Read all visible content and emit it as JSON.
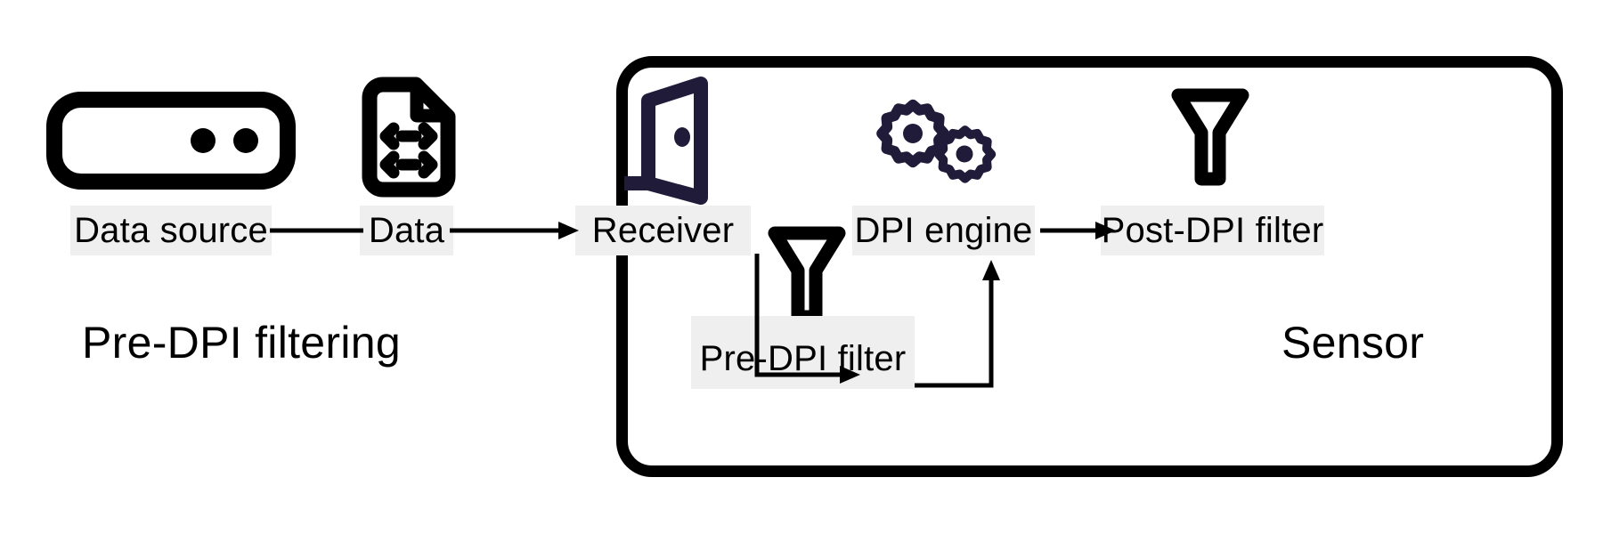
{
  "diagram": {
    "title": "Pre-DPI filtering data flow through sensor",
    "colors": {
      "stroke_black": "#000000",
      "accent_navy": "#211b3a",
      "label_background": "#efefef",
      "page_background": "#ffffff"
    }
  },
  "groups": {
    "left_caption": "Pre-DPI filtering",
    "sensor_caption": "Sensor"
  },
  "nodes": {
    "data_source": {
      "label": "Data source",
      "icon": "server-icon"
    },
    "data": {
      "label": "Data",
      "icon": "document-data-icon"
    },
    "receiver": {
      "label": "Receiver",
      "icon": "open-door-icon"
    },
    "pre_dpi_filter": {
      "label": "Pre-DPI filter",
      "icon": "funnel-icon"
    },
    "dpi_engine": {
      "label": "DPI engine",
      "icon": "gears-icon"
    },
    "post_dpi_filter": {
      "label": "Post-DPI filter",
      "icon": "funnel-icon"
    }
  },
  "edges": [
    {
      "name": "data-source-to-data",
      "from": "Data source",
      "to": "Data",
      "arrow": false
    },
    {
      "name": "data-to-receiver",
      "from": "Data",
      "to": "Receiver",
      "arrow": true
    },
    {
      "name": "receiver-to-pre-dpi-filter",
      "from": "Receiver",
      "to": "Pre-DPI filter",
      "arrow": true
    },
    {
      "name": "pre-dpi-filter-to-dpi-engine",
      "from": "Pre-DPI filter",
      "to": "DPI engine",
      "arrow": true
    },
    {
      "name": "dpi-engine-to-post-dpi-filter",
      "from": "DPI engine",
      "to": "Post-DPI filter",
      "arrow": true
    }
  ]
}
